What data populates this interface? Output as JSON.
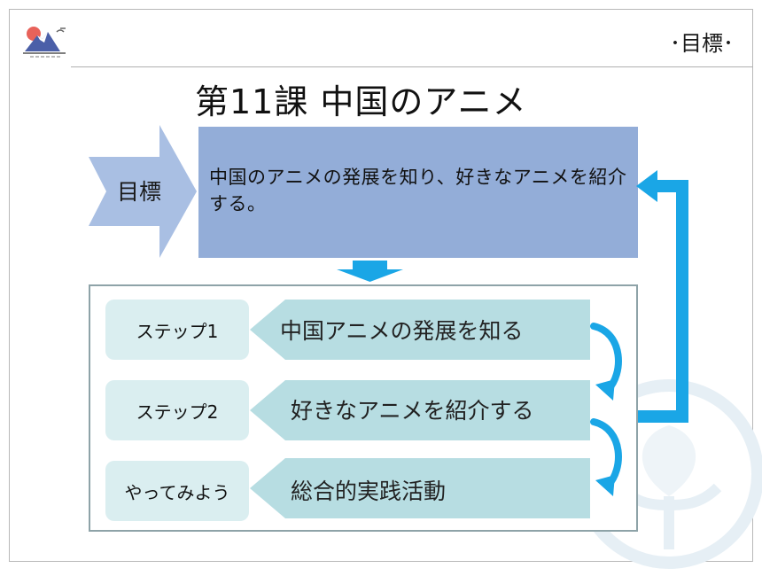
{
  "header": {
    "tag": "･目標･"
  },
  "title": "第11課  中国のアニメ",
  "goal": {
    "label": "目標",
    "text": "中国のアニメの発展を知り、好きなアニメを紹介する。"
  },
  "steps": [
    {
      "label": "ステップ1",
      "text": "中国アニメの発展を知る"
    },
    {
      "label": "ステップ2",
      "text": "好きなアニメを紹介する"
    },
    {
      "label": "やってみよう",
      "text": "総合的実践活動"
    }
  ],
  "colors": {
    "goal_box": "#93add8",
    "arrow_fill": "#a9bfe3",
    "step_fill": "#b7dde2",
    "step_label_fill": "#daeef0",
    "feedback_arrow": "#1aa6e6",
    "border": "#8ea3a8"
  },
  "icons": {
    "logo": "mount-fuji-icon",
    "feedback": "loop-arrow-icon",
    "step_curl": "curved-arrow-icon",
    "watermark": "sprout-watermark-icon"
  }
}
